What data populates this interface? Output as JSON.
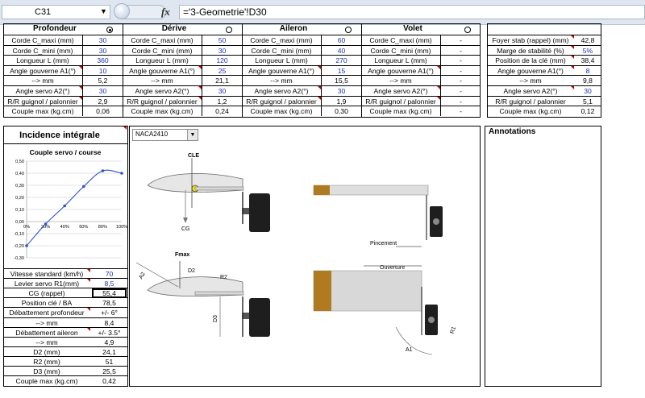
{
  "formula_bar": {
    "name_box": "C31",
    "fx_label": "fx",
    "formula": "='3-Geometrie'!D30"
  },
  "top_table": {
    "columns": [
      {
        "header": "Profondeur",
        "selected": true,
        "rows": [
          [
            "Corde C_maxi (mm)",
            "30"
          ],
          [
            "Corde C_mini (mm)",
            "30"
          ],
          [
            "Longueur L (mm)",
            "360"
          ],
          [
            "Angle gouverne A1(°)",
            "10"
          ],
          [
            "--> mm",
            "5,2"
          ],
          [
            "Angle servo A2(°)",
            "30"
          ],
          [
            "R/R guignol / palonnier",
            "2,9"
          ],
          [
            "Couple max (kg.cm)",
            "0,06"
          ]
        ]
      },
      {
        "header": "Dérive",
        "selected": false,
        "rows": [
          [
            "Corde C_maxi (mm)",
            "50"
          ],
          [
            "Corde C_mini (mm)",
            "30"
          ],
          [
            "Longueur L (mm)",
            "120"
          ],
          [
            "Angle gouverne A1(°)",
            "25"
          ],
          [
            "--> mm",
            "21,1"
          ],
          [
            "Angle servo A2(°)",
            "30"
          ],
          [
            "R/R guignol / palonnier",
            "1,2"
          ],
          [
            "Couple max (kg.cm)",
            "0,24"
          ]
        ]
      },
      {
        "header": "Aileron",
        "selected": false,
        "rows": [
          [
            "Corde C_maxi (mm)",
            "60"
          ],
          [
            "Corde C_mini (mm)",
            "40"
          ],
          [
            "Longueur L (mm)",
            "270"
          ],
          [
            "Angle gouverne A1(°)",
            "15"
          ],
          [
            "--> mm",
            "15,5"
          ],
          [
            "Angle servo A2(°)",
            "30"
          ],
          [
            "R/R guignol / palonnier",
            "1,9"
          ],
          [
            "Couple max (kg.cm)",
            "0,30"
          ]
        ]
      },
      {
        "header": "Volet",
        "selected": false,
        "rows": [
          [
            "Corde C_maxi (mm)",
            "-"
          ],
          [
            "Corde C_mini (mm)",
            "-"
          ],
          [
            "Longueur L (mm)",
            "-"
          ],
          [
            "Angle gouverne A1(°)",
            "-"
          ],
          [
            "--> mm",
            "-"
          ],
          [
            "Angle servo A2(°)",
            "-"
          ],
          [
            "R/R guignol / palonnier",
            "-"
          ],
          [
            "Couple max (kg.cm)",
            "-"
          ]
        ]
      }
    ]
  },
  "stab_table": {
    "rows": [
      [
        "Foyer stab (rappel) (mm)",
        "42,8"
      ],
      [
        "Marge de stabilité (%)",
        "5%"
      ],
      [
        "Position de la clé (mm)",
        "38,4"
      ],
      [
        "Angle gouverne A1(°)",
        "8"
      ],
      [
        "--> mm",
        "9,8"
      ],
      [
        "Angle servo A2(°)",
        "30"
      ],
      [
        "R/R guignol / palonnier",
        "5,1"
      ],
      [
        "Couple max (kg.cm)",
        "0,12"
      ]
    ]
  },
  "incidence": {
    "title": "Incidence intégrale",
    "profile_select": "NACA2410",
    "rows": [
      [
        "Vitesse standard (km/h)",
        "70"
      ],
      [
        "Levier servo R1(mm)",
        "8,5"
      ],
      [
        "CG (rappel)",
        "55,4"
      ],
      [
        "Position clé / BA",
        "78,5"
      ],
      [
        "Débattement profondeur",
        "+/- 6°"
      ],
      [
        "--> mm",
        "8,4"
      ],
      [
        "Débattement aileron",
        "+/- 3.5°"
      ],
      [
        "--> mm",
        "4,9"
      ],
      [
        "D2 (mm)",
        "24,1"
      ],
      [
        "R2 (mm)",
        "51"
      ],
      [
        "D3 (mm)",
        "25,5"
      ],
      [
        "Couple max (kg.cm)",
        "0,42"
      ]
    ]
  },
  "chart_data": {
    "type": "line",
    "title": "Couple servo / course",
    "x": [
      "0%",
      "20%",
      "40%",
      "60%",
      "80%",
      "100%"
    ],
    "xvalues": [
      0,
      20,
      40,
      60,
      80,
      100
    ],
    "values": [
      -0.2,
      -0.02,
      0.13,
      0.29,
      0.42,
      0.4
    ],
    "ylim": [
      -0.3,
      0.5
    ],
    "yticks": [
      "0,50",
      "0,40",
      "0,30",
      "0,20",
      "0,10",
      "0,00",
      "-0,10",
      "-0,20",
      "-0,30"
    ],
    "ytick_values": [
      0.5,
      0.4,
      0.3,
      0.2,
      0.1,
      0.0,
      -0.1,
      -0.2,
      -0.3
    ],
    "grid": true,
    "color": "#2e54c8"
  },
  "diagram": {
    "labels": {
      "cle": "CLE",
      "cg": "CG",
      "fmax": "Fmax",
      "d2": "D2",
      "r2": "R2",
      "d3": "D3",
      "a2": "A2",
      "pincement": "Pincement",
      "ouverture": "Ouverture",
      "a1": "A1",
      "r1": "R1"
    }
  },
  "annotations": {
    "title": "Annotations"
  }
}
